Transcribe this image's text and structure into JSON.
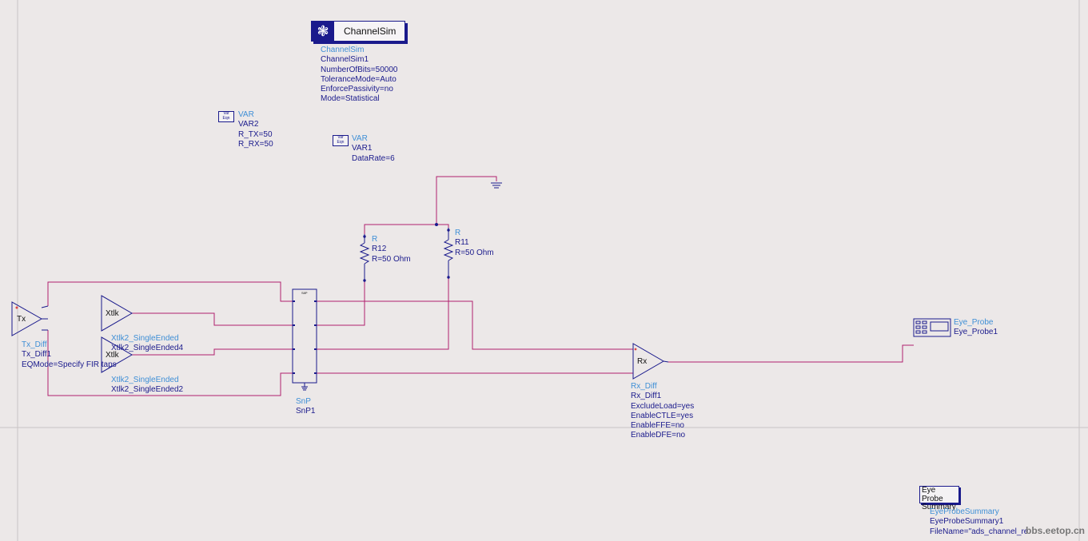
{
  "channelsim": {
    "title": "ChannelSim",
    "type": "ChannelSim",
    "name": "ChannelSim1",
    "params": [
      "NumberOfBits=50000",
      "ToleranceMode=Auto",
      "EnforcePassivity=no",
      "Mode=Statistical"
    ]
  },
  "var2": {
    "icon": [
      "Var",
      "Eqn"
    ],
    "type": "VAR",
    "name": "VAR2",
    "params": [
      "R_TX=50",
      "R_RX=50"
    ]
  },
  "var1": {
    "icon": [
      "Var",
      "Eqn"
    ],
    "type": "VAR",
    "name": "VAR1",
    "params": [
      "DataRate=6"
    ]
  },
  "r12": {
    "type": "R",
    "name": "R12",
    "params": [
      "R=50 Ohm"
    ]
  },
  "r11": {
    "type": "R",
    "name": "R11",
    "params": [
      "R=50 Ohm"
    ]
  },
  "tx": {
    "symbol": "Tx",
    "type": "Tx_Diff",
    "name": "Tx_Diff1",
    "params": [
      "EQMode=Specify FIR taps"
    ]
  },
  "xtlk1": {
    "symbol": "Xtlk",
    "type": "Xtlk2_SingleEnded",
    "name": "Xtlk2_SingleEnded4"
  },
  "xtlk2": {
    "symbol": "Xtlk",
    "type": "Xtlk2_SingleEnded",
    "name": "Xtlk2_SingleEnded2"
  },
  "snp": {
    "symbol": "S8P",
    "type": "SnP",
    "name": "SnP1"
  },
  "rx": {
    "symbol": "Rx",
    "type": "Rx_Diff",
    "name": "Rx_Diff1",
    "params": [
      "ExcludeLoad=yes",
      "EnableCTLE=yes",
      "EnableFFE=no",
      "EnableDFE=no"
    ]
  },
  "eyeprobe": {
    "type": "Eye_Probe",
    "name": "Eye_Probe1"
  },
  "eyeprobesummary": {
    "box": [
      "Eye Probe",
      "Summary"
    ],
    "type": "EyeProbeSummary",
    "name": "EyeProbeSummary1",
    "params": [
      "FileName=\"ads_channel_re"
    ]
  },
  "watermark": "bbs.eetop.cn",
  "colors": {
    "background": "#ece8e8",
    "wire": "#b0206e",
    "component": "#1a1a8c",
    "label_type": "#3f8fd6"
  }
}
